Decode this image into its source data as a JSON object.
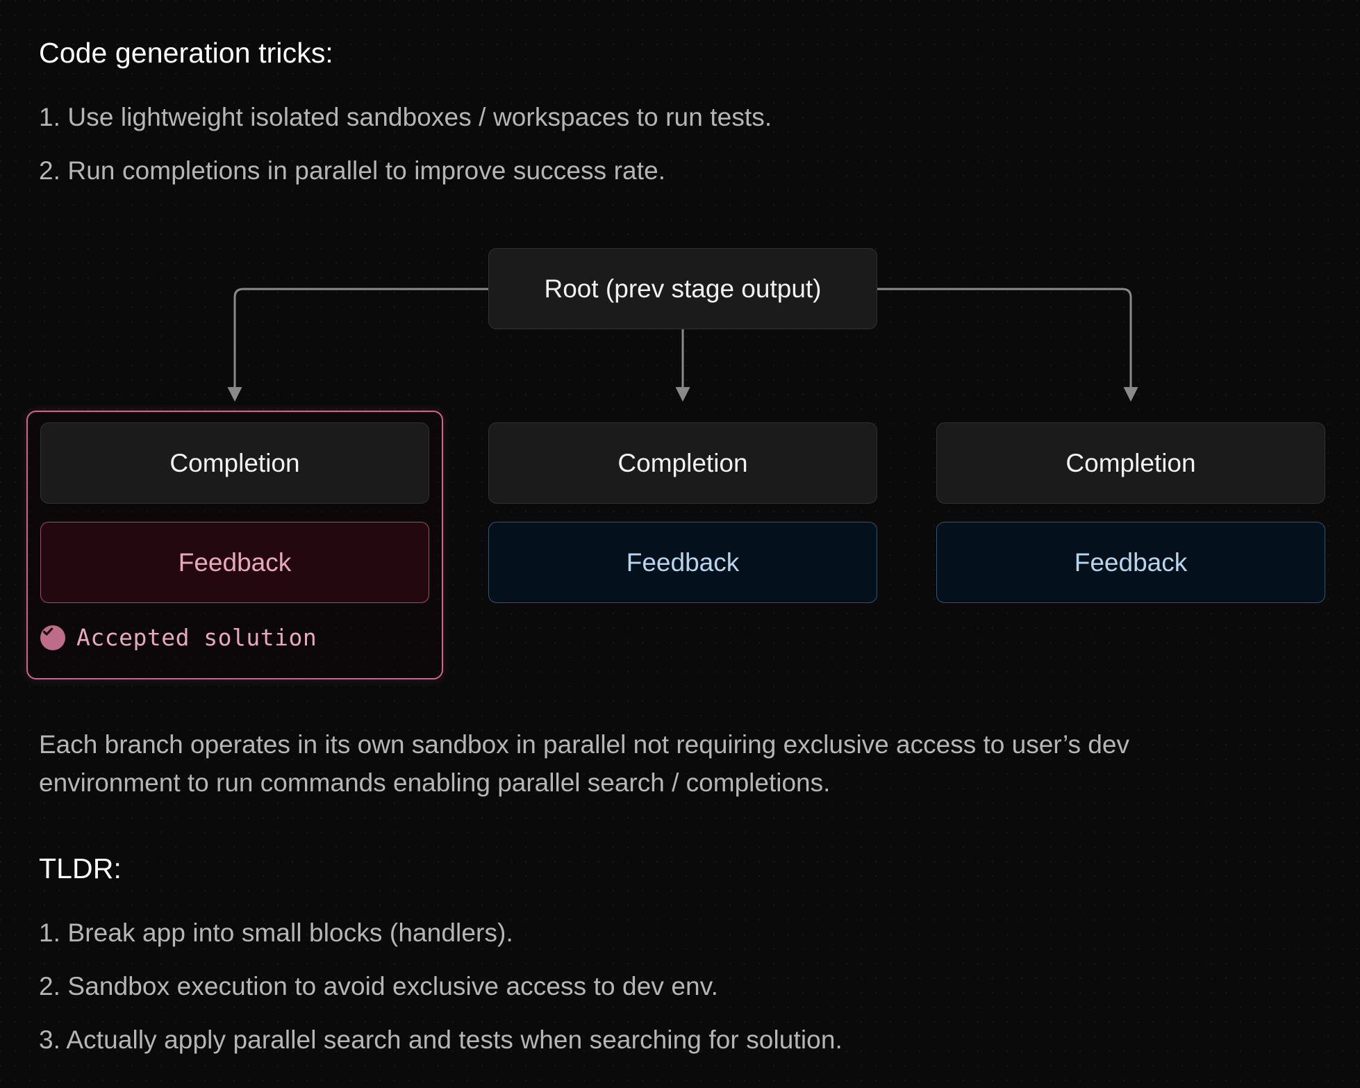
{
  "sections": {
    "tricks": {
      "title": "Code generation tricks:",
      "items": [
        "1. Use lightweight isolated sandboxes / workspaces to run tests.",
        "2. Run completions in parallel to improve success rate."
      ]
    },
    "caption": "Each branch operates in its own sandbox in parallel not requiring exclusive access to user’s dev environment to run commands enabling parallel search / completions.",
    "tldr": {
      "title": "TLDR:",
      "items": [
        "1. Break app into small blocks (handlers).",
        "2. Sandbox execution to avoid exclusive access to dev env.",
        "3. Actually apply parallel search and tests when searching for solution."
      ]
    }
  },
  "diagram": {
    "root": {
      "label": "Root (prev stage output)"
    },
    "branches": [
      {
        "completion": "Completion",
        "feedback": "Feedback",
        "status": "Accepted solution",
        "status_icon": "check-circle-icon",
        "highlighted": true,
        "accent": "#d4638d"
      },
      {
        "completion": "Completion",
        "feedback": "Feedback",
        "highlighted": false,
        "accent": "#2d5575"
      },
      {
        "completion": "Completion",
        "feedback": "Feedback",
        "highlighted": false,
        "accent": "#2d5575"
      }
    ],
    "connector_color": "#8a8a8a"
  },
  "colors": {
    "background": "#0a0a0a",
    "node_fill": "#1b1b1b",
    "node_border": "#313131",
    "feedback_blue_fill": "#04101c",
    "feedback_blue_text": "#b7d5ec",
    "feedback_pink_fill": "#23090f",
    "feedback_pink_text": "#e8a8bd",
    "highlight_border": "#d4638d",
    "heading_text": "#ffffff",
    "body_text": "#b6b6b6"
  }
}
